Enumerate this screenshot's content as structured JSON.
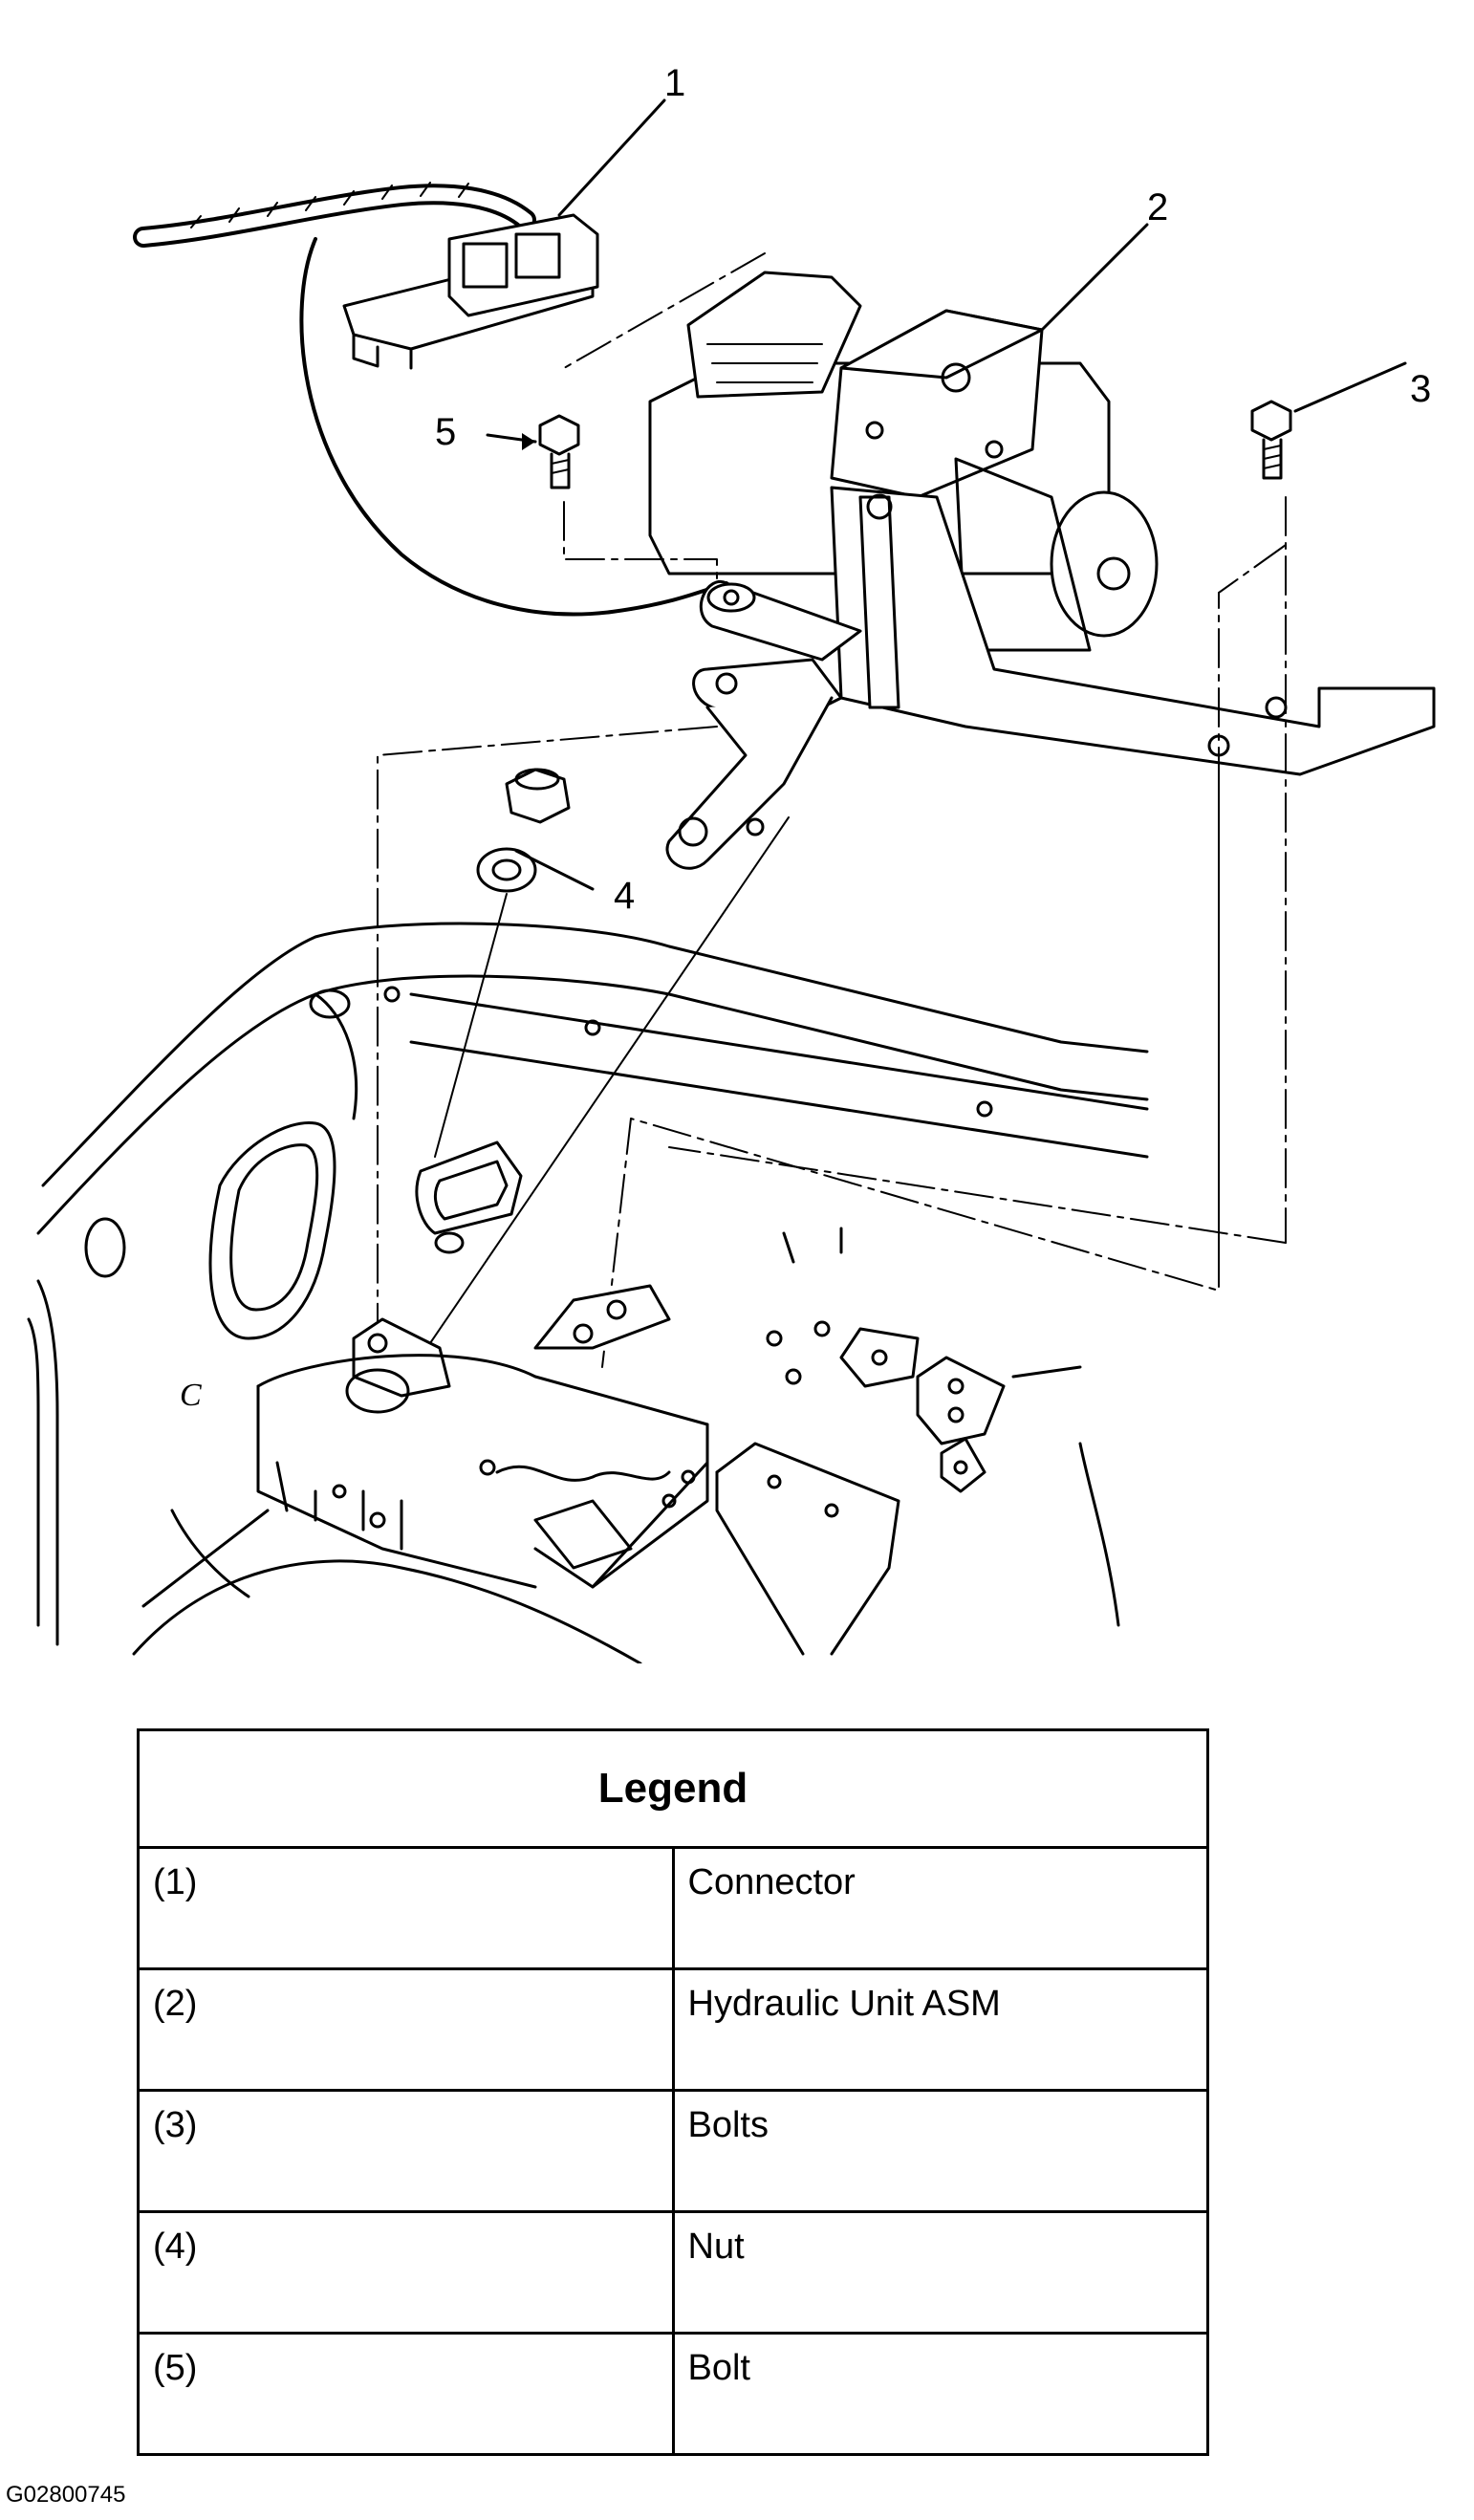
{
  "diagram": {
    "callouts": [
      "1",
      "2",
      "3",
      "4",
      "5"
    ]
  },
  "legend": {
    "title": "Legend",
    "rows": [
      {
        "num": "(1)",
        "label": "Connector"
      },
      {
        "num": "(2)",
        "label": "Hydraulic Unit ASM"
      },
      {
        "num": "(3)",
        "label": "Bolts"
      },
      {
        "num": "(4)",
        "label": "Nut"
      },
      {
        "num": "(5)",
        "label": "Bolt"
      }
    ]
  },
  "figure_id": "G02800745",
  "body_marking": "C"
}
